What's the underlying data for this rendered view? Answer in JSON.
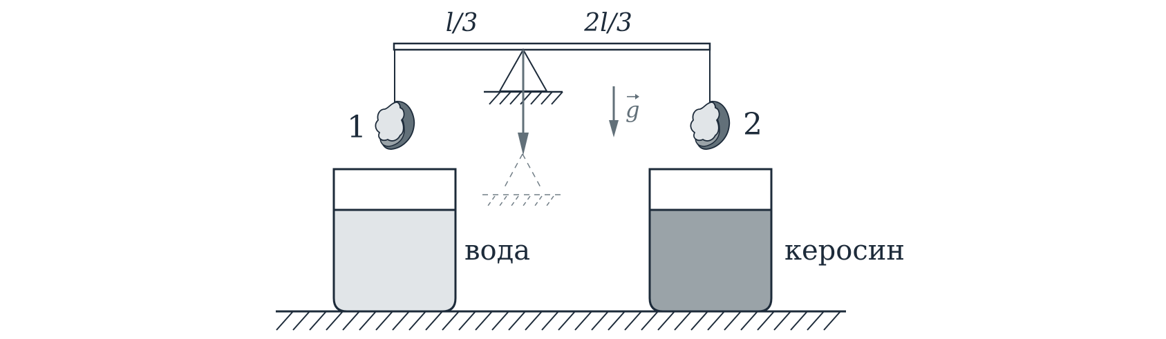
{
  "labels": {
    "segment_left": "l/3",
    "segment_right": "2l/3",
    "gravity": "g",
    "stone_1": "1",
    "stone_2": "2",
    "liquid_left": "вода",
    "liquid_right": "керосин"
  },
  "colors": {
    "stroke": "#1d2b3a",
    "water": "#e1e5e8",
    "kerosene": "#9aa3a8",
    "arrow": "#627079",
    "stone_light": "#e1e5e8",
    "stone_mid": "#9aa3a8",
    "stone_dark": "#627079"
  }
}
